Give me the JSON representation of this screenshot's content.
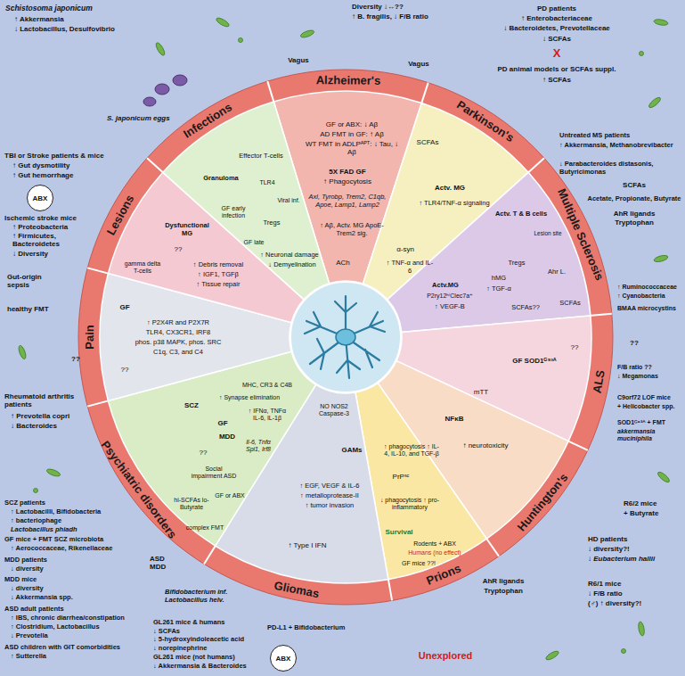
{
  "diagram": {
    "nodes": [
      {
        "text": [
          "Alzheimer's",
          "GF or ABX: ↓ Aβ",
          "AD FMT in GF: ↑ Aβ",
          "WT FMT in ADLPᴬᴾᵀ: ↓ Tau, ↓ Aβ",
          "5X FAD GF",
          "↑ Phagocytosis",
          "Axl, Tyrobp, Trem2, C1qb, Apoe, Lamp1, Lamp2",
          "↑ Aβ, Actv. MG ApoE-Trem2 sig.",
          "ACh"
        ]
      },
      {
        "text": [
          "Parkinson's",
          "SCFAs",
          "Actv. MG",
          "↑ TLR4/TNF-α signaling",
          "α-syn",
          "↑ TNF-α and IL-6"
        ]
      },
      {
        "text": [
          "Multiple Sclerosis",
          "Actv. T & B cells",
          "Lesion site",
          "Tregs",
          "Ahr L.",
          "hMG",
          "↑ TGF-α",
          "SCFAs",
          "SCFAs??",
          "Actv.MG",
          "P2ry12ʰⁱClec7a⁺",
          "↑ VEGF-B"
        ]
      },
      {
        "text": [
          "ALS",
          "GF SOD1ᴳ⁹³ᴬ",
          "mTT",
          "??"
        ]
      },
      {
        "text": [
          "Huntington's",
          "NFκB",
          "↑ neurotoxicity"
        ]
      },
      {
        "text": [
          "Prions",
          "↑ phagocytosis ↑ IL-4, IL-10, and TGF-β",
          "PrPˢᶜ",
          "↓ phagocytosis ↑ pro-inflammatory",
          "Survival",
          "Rodents + ABX",
          "Humans (no effect)",
          "GF mice ??!"
        ]
      },
      {
        "text": [
          "Gliomas",
          "NO NOS2 Caspase-3",
          "GAMs",
          "↑ EGF, VEGF & IL-6",
          "↑ metalloprotease-II",
          "↑ tumor invasion",
          "↑ Type I IFN"
        ]
      },
      {
        "text": [
          "Psychiatric disorders",
          "MHC, CR3 & C4B",
          "↑ Synapse elimination",
          "SCZ",
          "↑ IFNα, TNFα IL-6, IL-1β",
          "GF",
          "MDD",
          "Il-6, Tnfα Spi1, Irf8",
          "Social impairment ASD",
          "GF or ABX",
          "hi-SCFAs lo-Butyrate",
          "complex FMT",
          "??"
        ]
      },
      {
        "text": [
          "Pain",
          "↑ P2X4R and P2X7R",
          "TLR4, CX3CR1, IRF8",
          "phos. p38 MAPK, phos. SRC",
          "C1q, C3, and C4",
          "GF",
          "??"
        ]
      },
      {
        "text": [
          "Lesions",
          "gamma delta T-cells",
          "Dysfunctional MG",
          "↑ Debris removal",
          "↑ IGF1, TGFβ",
          "↑ Tissue repair",
          "??"
        ]
      },
      {
        "text": [
          "Infections",
          "Effector T-cells",
          "TLR4",
          "Granuloma",
          "GF early infection",
          "Tregs",
          "GF late",
          "Viral inf.",
          "↑ Neuronal damage",
          "↓ Demyelination"
        ]
      },
      {
        "text": [
          "ABX"
        ]
      },
      {
        "text": [
          "ABX"
        ]
      }
    ],
    "labels": [
      "Vagus",
      "Vagus",
      "Diversity ↓↔??",
      "↑ B. fragilis, ↓ F/B ratio",
      "PD patients",
      "↑ Enterobacteriaceae",
      "↓ Bacteroidetes, Prevotellaceae",
      "↓ SCFAs",
      "X",
      "PD animal models or SCFAs suppl.",
      "↑ SCFAs",
      "Untreated MS patients",
      "↑ Akkermansia, Methanobrevibacter",
      "↓ Parabacteroides distasonis, Butyricimonas",
      "SCFAs",
      "Acetate, Propionate, Butyrate",
      "AhR ligands",
      "Tryptophan",
      "↑ Ruminococcaceae",
      "↑ Cyanobacteria",
      "BMAA microcystins",
      "??",
      "F/B ratio ??",
      "↓ Megamonas",
      "C9orf72 LOF mice",
      "+ Helicobacter spp.",
      "SOD1ᴳ⁹³ᴬ + FMT",
      "akkermansia muciniphila",
      "R6/2 mice",
      "+ Butyrate",
      "HD patients",
      "↓ diversity?!",
      "↓ Eubacterium hallii",
      "R6/1 mice",
      "↓ F/B ratio",
      "(♂) ↑ diversity?!",
      "AhR ligands",
      "Tryptophan",
      "Unexplored",
      "PD-L1 + Bifidobacterium",
      "GL261 mice & humans",
      "↓ SCFAs",
      "↓ 5-hydroxyindoleacetic acid",
      "↓ norepinephrine",
      "GL261 mice (not humans)",
      "↓ Akkermansia & Bacteroides",
      "ASD MDD",
      "Bifidobacterium inf. Lactobacillus helv.",
      "SCZ patients",
      "↑ Lactobacilli, Bifidobacteria",
      "↑ bacteriophage",
      "Lactobacillus phiadh",
      "GF mice + FMT SCZ microbiota",
      "↑ Aerococcaceae, Rikenellaceae",
      "MDD patients",
      "↓ diversity",
      "MDD mice",
      "↓ diversity",
      "↓ Akkermansia spp.",
      "ASD adult patients",
      "↑ IBS, chronic diarrhea/constipation",
      "↑ Clostridium, Lactobacillus",
      "↓ Prevotella",
      "ASD children with GIT comorbidities",
      "↑ Sutterella",
      "Rheumatoid arthritis patients",
      "↑ Prevotella copri",
      "↓ Bacteroides",
      "??",
      "healthy FMT",
      "Gut-origin sepsis",
      "TBI or Stroke patients & mice",
      "↑ Gut dysmotility",
      "↑ Gut hemorrhage",
      "Ischemic stroke mice",
      "↑ Proteobacteria",
      "↑ Firmicutes, Bacteroidetes",
      "↓ Diversity",
      "Schistosoma japonicum",
      "↑ Akkermansia",
      "↓ Lactobacillus, Desulfovibrio",
      "S. japonicum eggs"
    ]
  }
}
